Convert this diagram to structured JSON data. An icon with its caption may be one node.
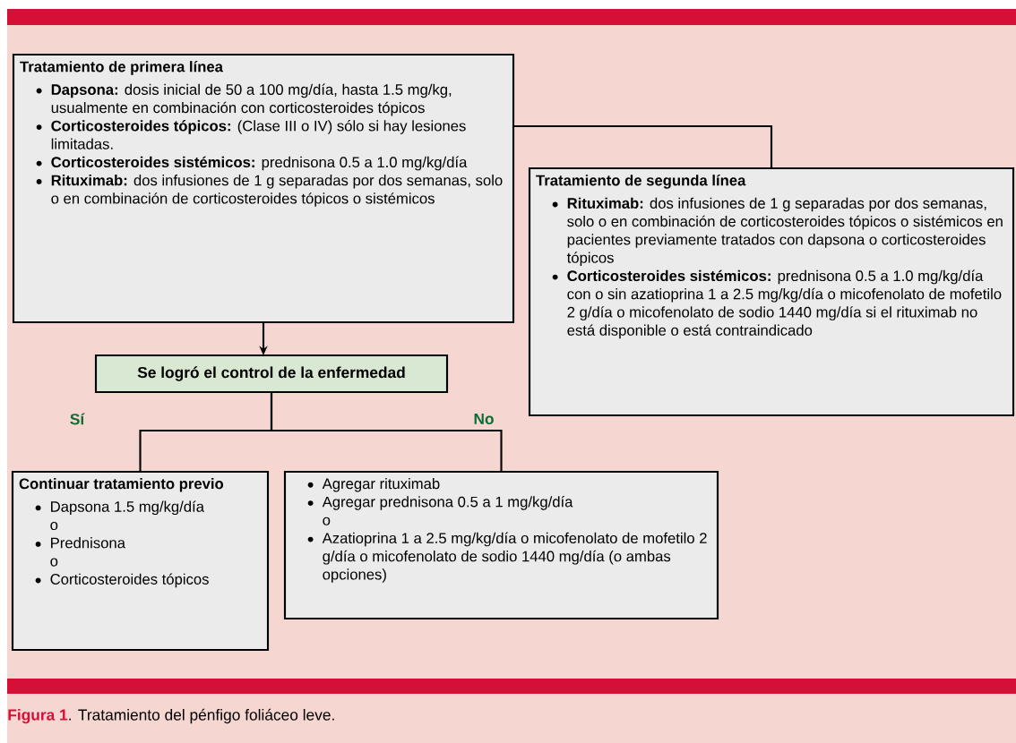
{
  "diagram": {
    "caption": "**Figura 1**. Tratamiento del pénfigo foliáceo leve.",
    "nodes": [
      {
        "text": [
          "Tratamiento de primera línea",
          "**Dapsona:** dosis inicial de 50 a 100 mg/día, hasta 1.5 mg/kg, usualmente en combinación con corticosteroides tópicos",
          "**Corticosteroides tópicos:** (Clase III o IV) sólo si hay lesiones limitadas.",
          "**Corticosteroides sistémicos:** prednisona 0.5 a 1.0 mg/kg/día",
          "**Rituximab:** dos infusiones de 1 g separadas por dos semanas, solo o en combinación de corticosteroides tópicos o sistémicos"
        ]
      },
      {
        "text": [
          "Tratamiento de segunda línea",
          "**Rituximab:** dos infusiones de 1 g separadas por dos semanas, solo o en combinación de corticosteroides tópicos o sistémicos en pacientes previamente tratados con dapsona o corticosteroides tópicos",
          "**Corticosteroides sistémicos:** prednisona 0.5 a 1.0 mg/kg/día con o sin azatioprina 1 a 2.5 mg/kg/día o micofenolato de mofetilo 2 g/día o micofenolato de sodio 1440 mg/día si el rituximab no está disponible o está contraindicado"
        ]
      },
      {
        "text": [
          "Se logró el control de la enfermedad"
        ]
      },
      {
        "text": [
          "Continuar tratamiento previo",
          "Dapsona 1.5 mg/kg/día",
          "o",
          "Prednisona",
          "o",
          "Corticosteroides tópicos"
        ]
      },
      {
        "text": [
          "Agregar rituximab",
          "Agregar prednisona 0.5 a 1 mg/kg/día",
          "o",
          "Azatioprina 1 a 2.5 mg/kg/día o micofenolato de mofetilo 2 g/día o micofenolato de sodio 1440 mg/día (o ambas opciones)"
        ]
      }
    ],
    "edges": [
      {
        "from": 0,
        "to": 1,
        "arrow": "none"
      },
      {
        "from": 0,
        "to": 2,
        "arrow": "to"
      },
      {
        "from": 2,
        "to": 3,
        "arrow": "none",
        "label": "Sí"
      },
      {
        "from": 2,
        "to": 4,
        "arrow": "none",
        "label": "No"
      }
    ]
  }
}
